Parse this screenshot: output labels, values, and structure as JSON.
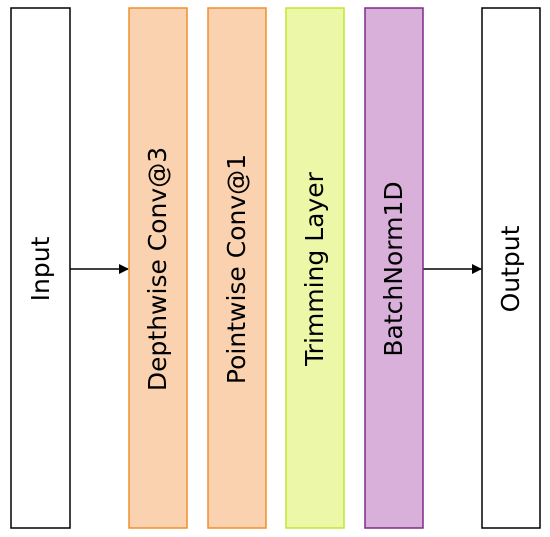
{
  "diagram": {
    "blocks": [
      {
        "id": "input",
        "label": "Input",
        "fill": "#ffffff",
        "stroke": "#000000"
      },
      {
        "id": "depthwise",
        "label": "Depthwise Conv@3",
        "fill": "#fad2b0",
        "stroke": "#f0902e"
      },
      {
        "id": "pointwise",
        "label": "Pointwise Conv@1",
        "fill": "#fad2b0",
        "stroke": "#f0902e"
      },
      {
        "id": "trimming",
        "label": "Trimming Layer",
        "fill": "#ecf8a8",
        "stroke": "#c0e630"
      },
      {
        "id": "batchnorm",
        "label": "BatchNorm1D",
        "fill": "#d9b0d9",
        "stroke": "#7f2a8a"
      },
      {
        "id": "output",
        "label": "Output",
        "fill": "#ffffff",
        "stroke": "#000000"
      }
    ],
    "edges": [
      {
        "from": "input",
        "to": "depthwise"
      },
      {
        "from": "batchnorm",
        "to": "output"
      }
    ]
  }
}
